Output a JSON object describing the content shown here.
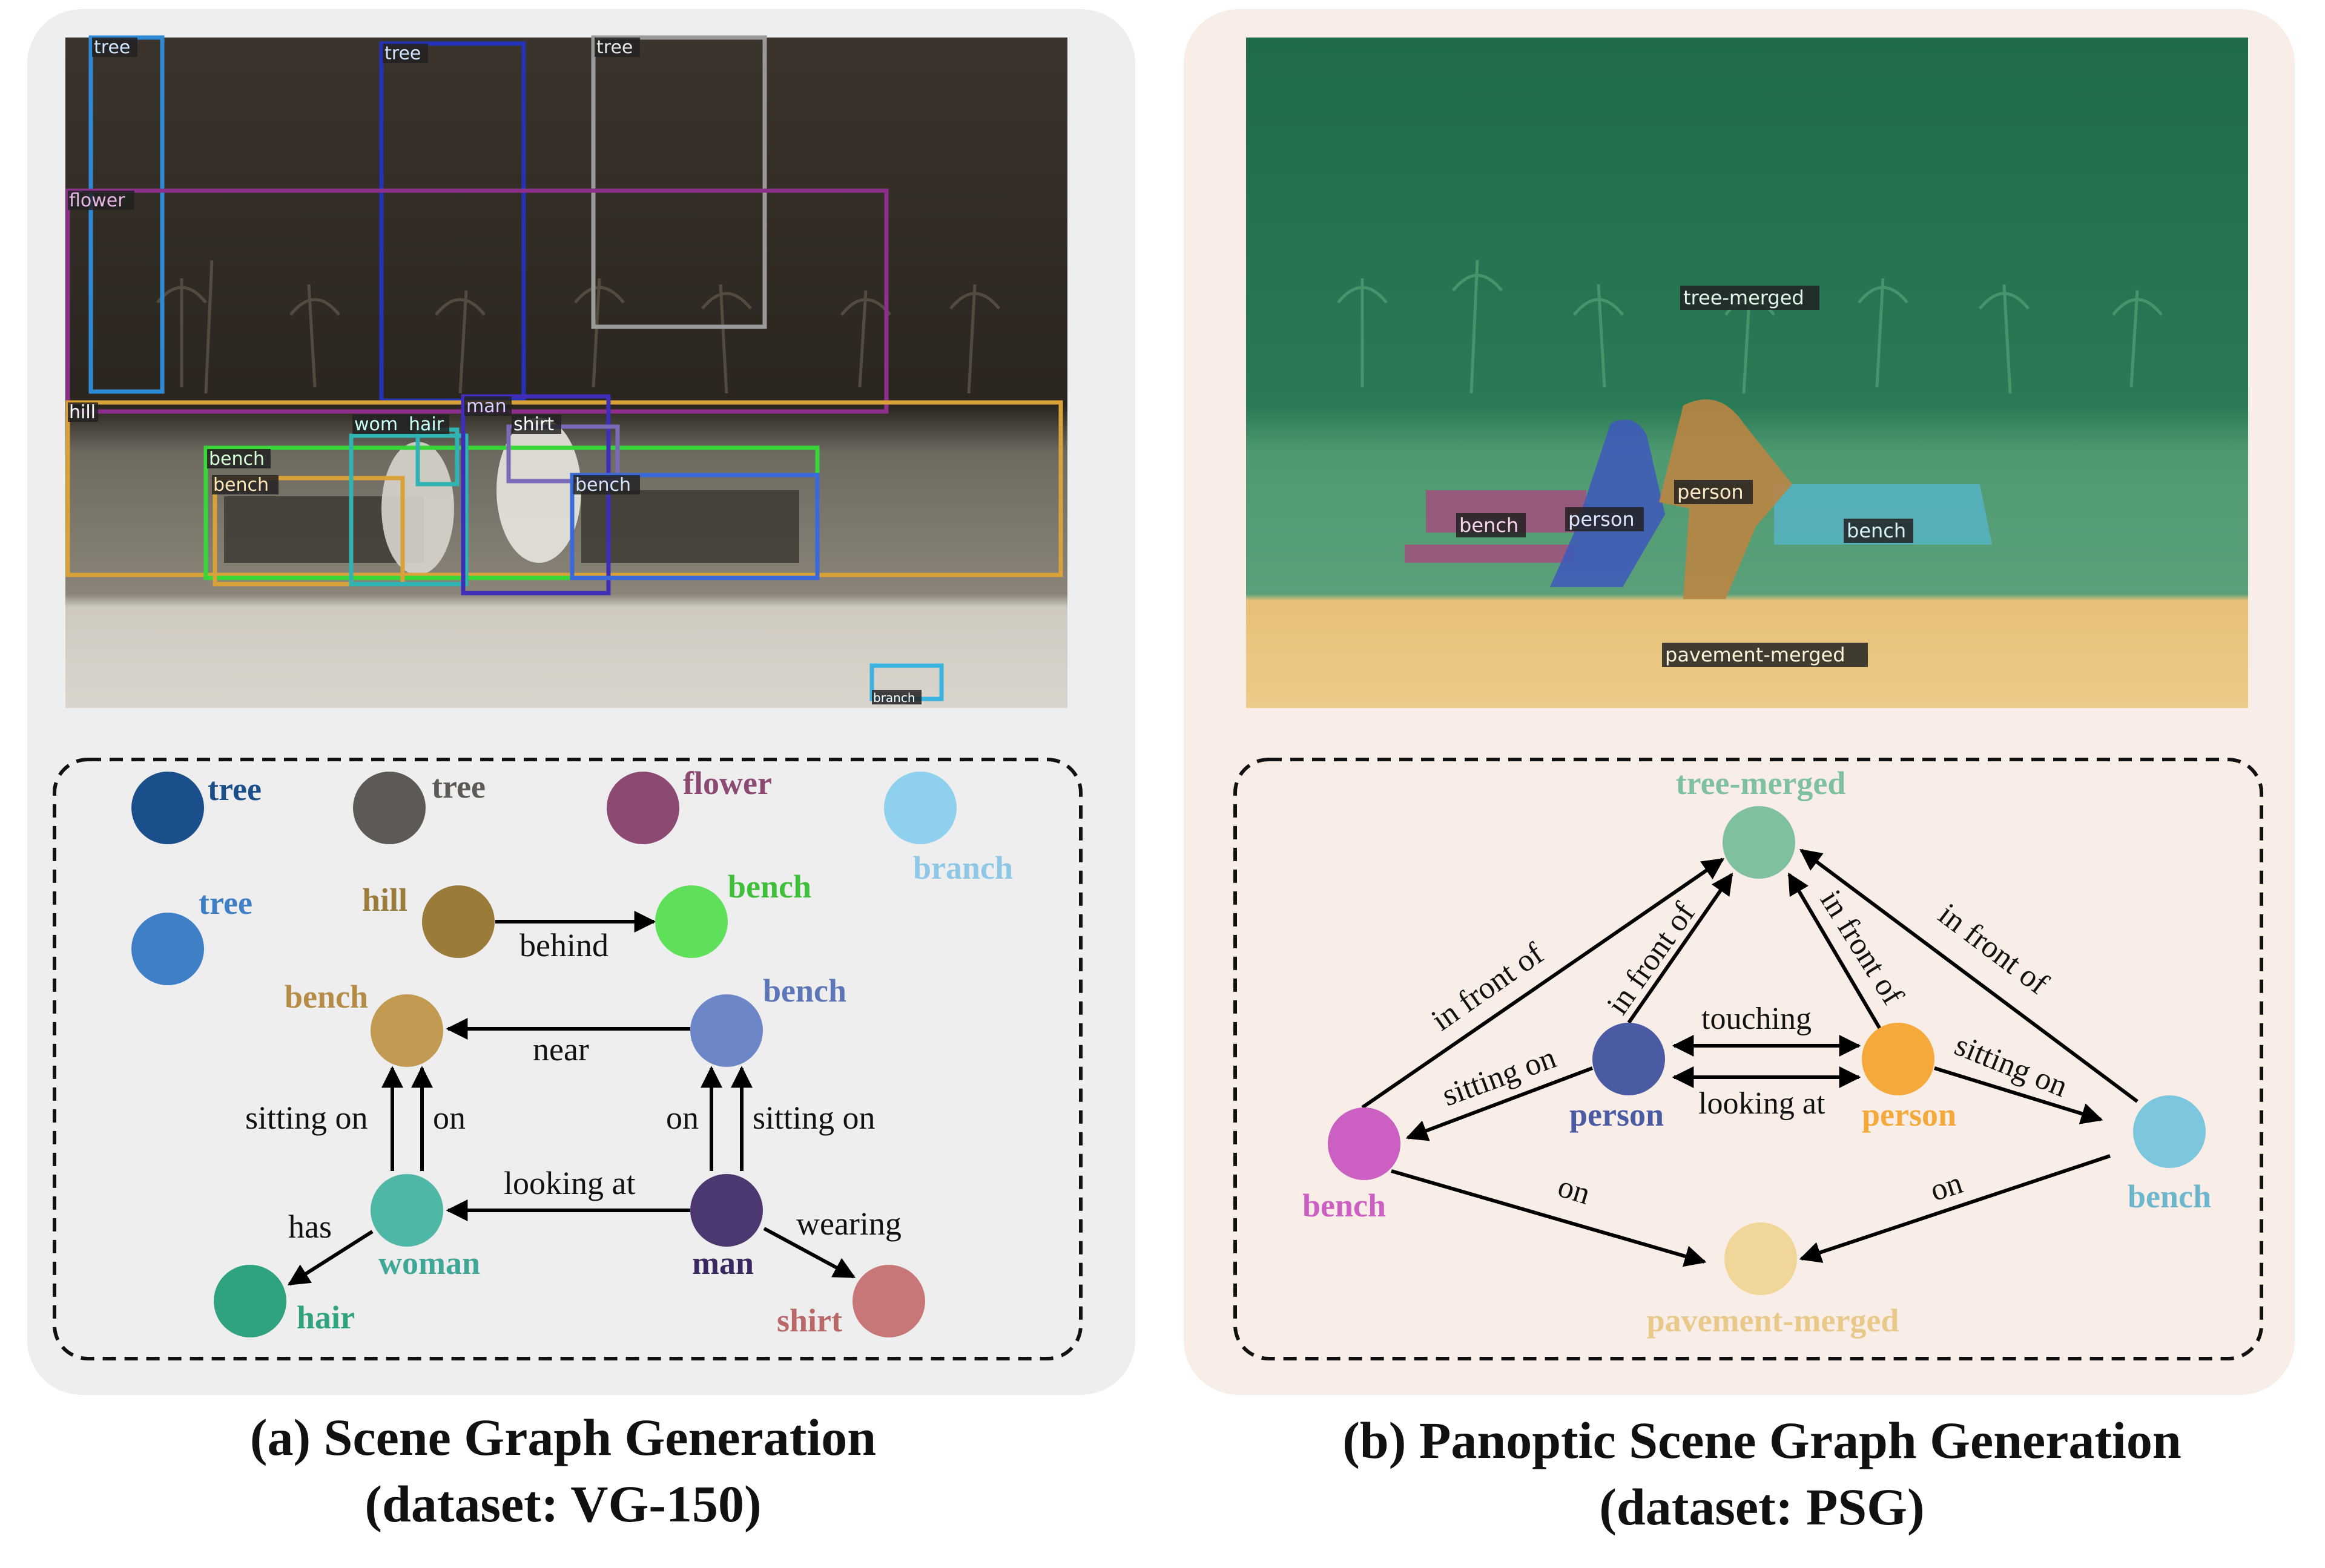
{
  "panel_a": {
    "caption_line1": "(a) Scene Graph Generation",
    "caption_line2": "(dataset: VG-150)",
    "photo_labels": {
      "tree_1": "tree",
      "tree_2": "tree",
      "tree_3": "tree",
      "flower": "flower",
      "hill": "hill",
      "woman": "wom",
      "hair": "hair",
      "man": "man",
      "shirt": "shirt",
      "bench_1": "bench",
      "bench_2": "bench",
      "bench_3": "bench",
      "branch": "branch"
    },
    "nodes": {
      "tree_1": {
        "label": "tree",
        "color": "#1b4f8c"
      },
      "tree_2": {
        "label": "tree",
        "color": "#5d5955"
      },
      "flower": {
        "label": "flower",
        "color": "#8c4a73"
      },
      "branch": {
        "label": "branch",
        "color": "#8fd0ee"
      },
      "tree_3": {
        "label": "tree",
        "color": "#3f7fc6"
      },
      "hill": {
        "label": "hill",
        "color": "#9a7b3a"
      },
      "bench_green": {
        "label": "bench",
        "color": "#5fe05a"
      },
      "bench_tan": {
        "label": "bench",
        "color": "#c39a52"
      },
      "bench_blue": {
        "label": "bench",
        "color": "#6c86c8"
      },
      "woman": {
        "label": "woman",
        "color": "#4fb7a6"
      },
      "man": {
        "label": "man",
        "color": "#4b3870"
      },
      "hair": {
        "label": "hair",
        "color": "#2fa27f"
      },
      "shirt": {
        "label": "shirt",
        "color": "#c77777"
      }
    },
    "edges": {
      "behind": "behind",
      "near": "near",
      "sitting_on_w": "sitting on",
      "on_w": "on",
      "on_m": "on",
      "sitting_on_m": "sitting on",
      "looking_at": "looking at",
      "has": "has",
      "wearing": "wearing"
    }
  },
  "panel_b": {
    "caption_line1": "(b) Panoptic Scene Graph Generation",
    "caption_line2": "(dataset: PSG)",
    "photo_labels": {
      "tree_merged": "tree-merged",
      "bench_left": "bench",
      "person_left": "person",
      "person_right": "person",
      "bench_right": "bench",
      "pavement": "pavement-merged"
    },
    "nodes": {
      "tree_merged": {
        "label": "tree-merged",
        "color": "#7fc09f"
      },
      "person_blue": {
        "label": "person",
        "color": "#4a5aa3"
      },
      "person_orange": {
        "label": "person",
        "color": "#f5a93a"
      },
      "bench_left": {
        "label": "bench",
        "color": "#cc5fc2"
      },
      "bench_right": {
        "label": "bench",
        "color": "#7cc6de"
      },
      "pavement": {
        "label": "pavement-merged",
        "color": "#f1d699"
      }
    },
    "edges": {
      "in_front_of_1": "in front of",
      "in_front_of_2": "in front of",
      "in_front_of_3": "in front of",
      "in_front_of_4": "in front of",
      "sitting_on_l": "sitting on",
      "sitting_on_r": "sitting on",
      "touching": "touching",
      "looking_at": "looking at",
      "on_l": "on",
      "on_r": "on"
    }
  }
}
